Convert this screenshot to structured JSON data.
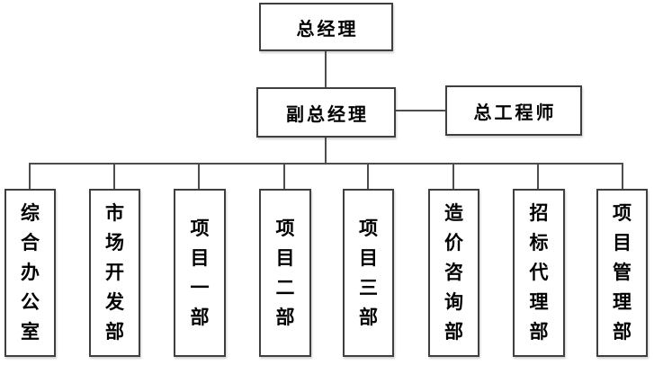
{
  "org_chart": {
    "nodes": {
      "general_manager": {
        "label": "总经理"
      },
      "deputy_general_manager": {
        "label": "副总经理"
      },
      "chief_engineer": {
        "label": "总工程师"
      }
    },
    "departments": [
      {
        "label": "综合办公室"
      },
      {
        "label": "市场开发部"
      },
      {
        "label": "项目一部"
      },
      {
        "label": "项目二部"
      },
      {
        "label": "项目三部"
      },
      {
        "label": "造价咨询部"
      },
      {
        "label": "招标代理部"
      },
      {
        "label": "项目管理部"
      }
    ],
    "edges": [
      {
        "from": "总经理",
        "to": "副总经理"
      },
      {
        "from": "副总经理",
        "to": "总工程师"
      },
      {
        "from": "副总经理",
        "to": "综合办公室"
      },
      {
        "from": "副总经理",
        "to": "市场开发部"
      },
      {
        "from": "副总经理",
        "to": "项目一部"
      },
      {
        "from": "副总经理",
        "to": "项目二部"
      },
      {
        "from": "副总经理",
        "to": "项目三部"
      },
      {
        "from": "副总经理",
        "to": "造价咨询部"
      },
      {
        "from": "副总经理",
        "to": "招标代理部"
      },
      {
        "from": "副总经理",
        "to": "项目管理部"
      }
    ],
    "colors": {
      "box-border": "#3f3f3f",
      "line": "#4d4d4d",
      "background": "#ffffff",
      "text": "#000000"
    }
  }
}
